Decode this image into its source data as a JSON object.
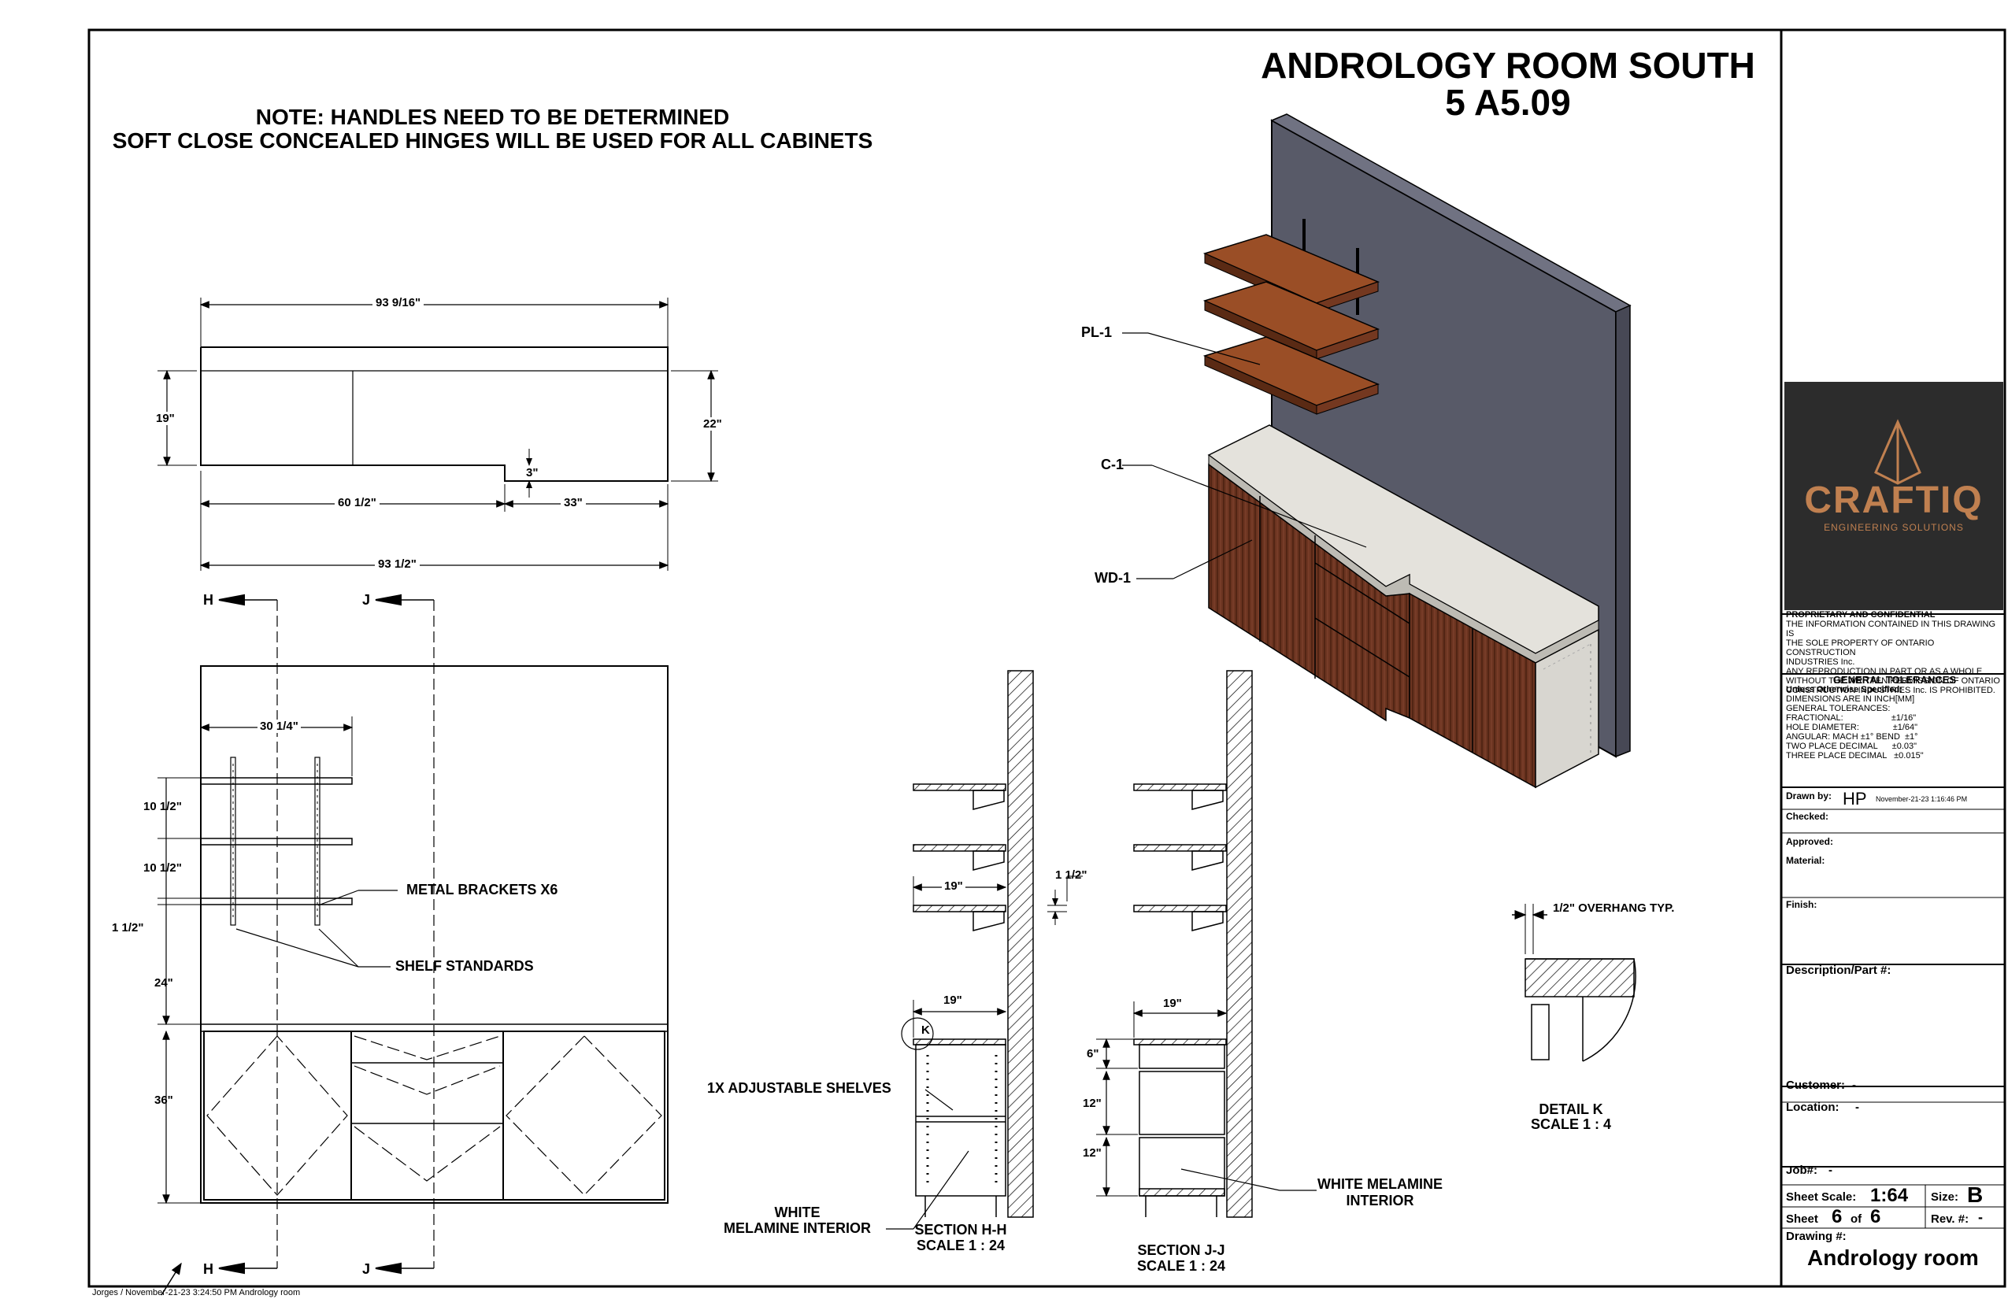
{
  "sheet_title": {
    "line1": "ANDROLOGY ROOM SOUTH",
    "line2": "5 A5.09"
  },
  "notes": {
    "line1": "NOTE: HANDLES NEED TO BE DETERMINED",
    "line2": "SOFT CLOSE CONCEALED HINGES WILL BE USED FOR ALL CABINETS"
  },
  "plan_dims": {
    "top": "93 9/16\"",
    "left": "19\"",
    "right": "22\"",
    "step": "3\"",
    "seg1": "60 1/2\"",
    "seg2": "33\"",
    "bottom": "93 1/2\""
  },
  "elevation": {
    "section_h": "H",
    "section_j": "J",
    "dim_width": "30 1/4\"",
    "dim_a": "10 1/2\"",
    "dim_b": "10 1/2\"",
    "dim_c": "1 1/2\"",
    "dim_d": "24\"",
    "dim_e": "36\"",
    "callout_brackets": "METAL BRACKETS X6",
    "callout_standards": "SHELF STANDARDS"
  },
  "iso_callouts": {
    "pl": "PL-1",
    "c": "C-1",
    "wd": "WD-1"
  },
  "section_hh": {
    "dim_shelf": "19\"",
    "dim_thick": "1 1/2\"",
    "dim_base": "19\"",
    "detail_marker": "K",
    "callout_shelves": "1X ADJUSTABLE SHELVES",
    "callout_interior_1": "WHITE",
    "callout_interior_2": "MELAMINE INTERIOR",
    "title": "SECTION H-H",
    "scale": "SCALE 1 : 24"
  },
  "section_jj": {
    "dim_base": "19\"",
    "dim_a": "6\"",
    "dim_b": "12\"",
    "dim_c": "12\"",
    "callout_1": "WHITE MELAMINE",
    "callout_2": "INTERIOR",
    "title": "SECTION J-J",
    "scale": "SCALE 1 : 24"
  },
  "detail_k": {
    "overhang": "1/2\" OVERHANG TYP.",
    "title": "DETAIL K",
    "scale": "SCALE 1 : 4"
  },
  "title_block": {
    "logo_text": "CRAFTIQ",
    "logo_sub": "ENGINEERING SOLUTIONS",
    "proprietary": [
      "PROPRIETARY AND CONFIDENTIAL",
      "THE INFORMATION CONTAINED IN THIS DRAWING IS",
      "THE SOLE PROPERTY OF ONTARIO CONSTRUCTION",
      "INDUSTRIES Inc.",
      "ANY REPRODUCTION IN PART OR AS A WHOLE",
      "WITHOUT THE WRITTEN PERMISSION OF ONTARIO",
      "CONSTRUCTION INDUSTRIES Inc. IS PROHIBITED."
    ],
    "tolerances_title": "GENERAL TOLERANCES",
    "tolerances_sub": "Unless Otherwise Specified:",
    "tolerances": [
      "DIMENSIONS ARE IN INCH[MM]",
      "GENERAL TOLERANCES:",
      "FRACTIONAL:                    ±1/16\"",
      "HOLE DIAMETER:              ±1/64\"",
      "ANGULAR: MACH ±1° BEND  ±1°",
      "TWO PLACE DECIMAL      ±0.03\"",
      "THREE PLACE DECIMAL   ±0.015\""
    ],
    "drawn_by_label": "Drawn by:",
    "drawn_by": "HP",
    "drawn_date": "November-21-23 1:16:46 PM",
    "checked": "Checked:",
    "approved": "Approved:",
    "material": "Material:",
    "finish": "Finish:",
    "description": "Description/Part #:",
    "customer_label": "Customer:",
    "customer": "-",
    "location_label": "Location:",
    "location": "-",
    "job_label": "Job#:",
    "job": "-",
    "sheet_scale_label": "Sheet Scale:",
    "sheet_scale": "1:64",
    "size_label": "Size:",
    "size": "B",
    "sheet_label": "Sheet",
    "sheet_num": "6",
    "of_label": "of",
    "sheet_total": "6",
    "rev_label": "Rev. #:",
    "rev": "-",
    "drawing_label": "Drawing #:",
    "drawing_name": "Andrology room"
  },
  "footer": "Jorges / November-21-23 3:24:50 PM  Andrology room",
  "colors": {
    "wall": "#585a68",
    "wood": "#6b3420",
    "shelf": "#9a4e26",
    "counter": "#e4e2dc",
    "logo": "#c08050",
    "logo_bg": "#2c2c2c"
  }
}
